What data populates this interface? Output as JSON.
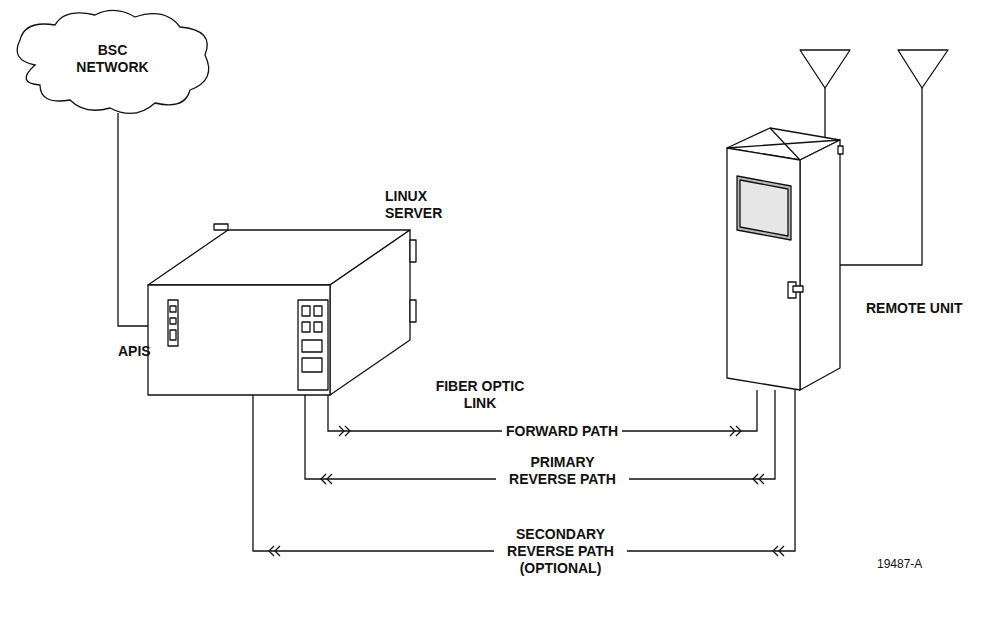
{
  "diagram": {
    "nodes": [
      {
        "text": [
          "BSC NETWORK"
        ]
      },
      {
        "text": [
          "LINUX SERVER"
        ]
      },
      {
        "text": [
          "REMOTE UNIT"
        ]
      }
    ],
    "edges": [
      {
        "from": 0,
        "to": 1,
        "arrow": "none"
      },
      {
        "from": 1,
        "to": 2,
        "label": "FORWARD PATH",
        "arrow": "to"
      },
      {
        "from": 2,
        "to": 1,
        "label": "PRIMARY REVERSE PATH",
        "arrow": "to"
      },
      {
        "from": 2,
        "to": 1,
        "label": "SECONDARY REVERSE PATH (OPTIONAL)",
        "arrow": "to"
      }
    ],
    "labels": [
      "APIS",
      "FIBER OPTIC LINK",
      "19487-A"
    ]
  }
}
